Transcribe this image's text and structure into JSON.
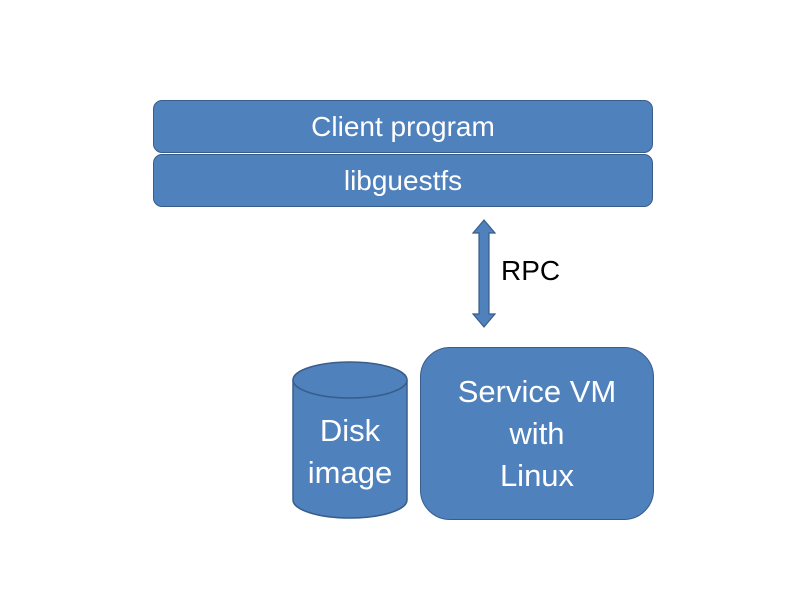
{
  "diagram": {
    "client_box": "Client program",
    "library_box": "libguestfs",
    "connector_label": "RPC",
    "disk": {
      "line1": "Disk",
      "line2": "image"
    },
    "service_vm": {
      "line1": "Service VM",
      "line2": "with",
      "line3": "Linux"
    },
    "colors": {
      "fill": "#4f81bd",
      "stroke": "#385d8a",
      "text": "#ffffff"
    }
  }
}
